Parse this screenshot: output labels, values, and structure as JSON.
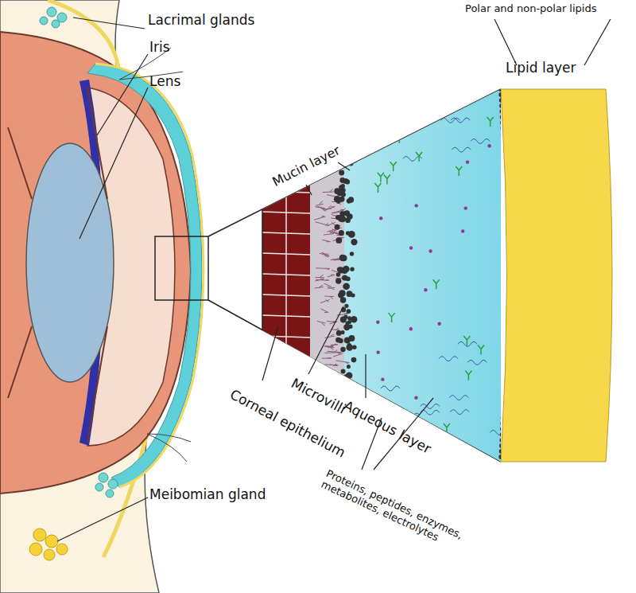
{
  "diagram": {
    "labels": [
      "Lacrimal glands",
      "Iris",
      "Lens",
      "Polar and non-polar lipids",
      "Lipid layer",
      "Mucin layer",
      "Corneal epithelium",
      "Microvilli",
      "Aqueous layer",
      "Proteins, peptides, enzymes, metabolites, electrolytes",
      "Meibomian gland"
    ]
  }
}
